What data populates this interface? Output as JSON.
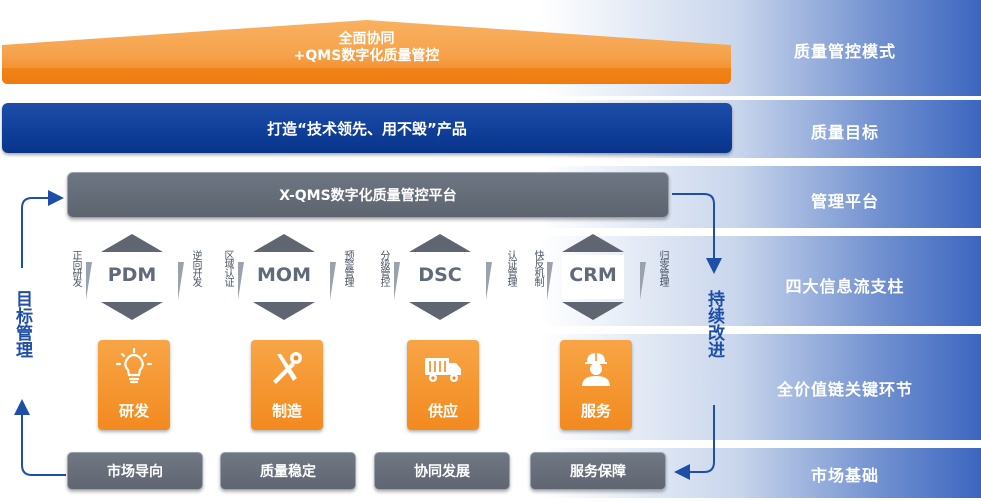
{
  "top_mode": {
    "line1": "全面协同",
    "line2": "+QMS数字化质量管控"
  },
  "quality_goal": "打造“技术领先、用不毁”产品",
  "platform": "X-QMS数字化质量管控平台",
  "right_labels": {
    "mode": "质量管控模式",
    "goal": "质量目标",
    "platform": "管理平台",
    "pillars": "四大信息流支柱",
    "value_chain": "全价值链关键环节",
    "market": "市场基础"
  },
  "pillars": [
    {
      "name": "PDM",
      "left_note": "正向研发",
      "right_note": "逆向开发"
    },
    {
      "name": "MOM",
      "left_note": "区域认证",
      "right_note": "预警管理"
    },
    {
      "name": "DSC",
      "left_note": "分级管控",
      "right_note": "认证管理"
    },
    {
      "name": "CRM",
      "left_note": "快反机制",
      "right_note": "归零管理"
    }
  ],
  "value_chain": [
    {
      "label": "研发",
      "icon": "lightbulb-icon"
    },
    {
      "label": "制造",
      "icon": "tools-icon"
    },
    {
      "label": "供应",
      "icon": "truck-icon"
    },
    {
      "label": "服务",
      "icon": "worker-icon"
    }
  ],
  "market_base": [
    "市场导向",
    "质量稳定",
    "协同发展",
    "服务保障"
  ],
  "left_loop": "目标管理",
  "right_loop": "持续改进",
  "colors": {
    "orange": "#f28a1f",
    "blue": "#0e3e98",
    "gray": "#5f6672",
    "accent_blue": "#1e4ea8"
  }
}
